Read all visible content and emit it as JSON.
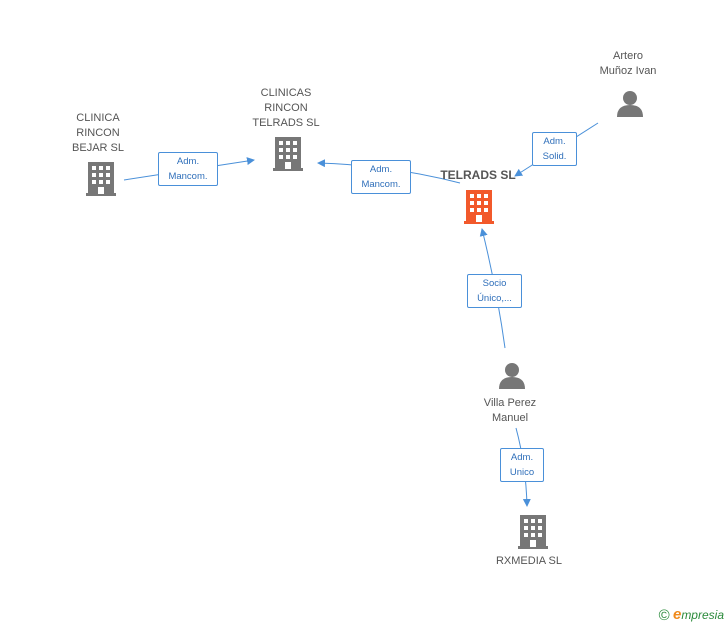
{
  "colors": {
    "company": "#777777",
    "company_main": "#f2592b",
    "person": "#777777",
    "edge": "#4a90d9"
  },
  "nodes": {
    "clinica_rincon_bejar": {
      "label": "CLINICA\nRINCON\nBEJAR SL",
      "icon": "building-icon"
    },
    "clinicas_rincon_telrads": {
      "label": "CLINICAS\nRINCON\nTELRADS  SL",
      "icon": "building-icon"
    },
    "telrads": {
      "label": "TELRADS SL",
      "icon": "building-icon"
    },
    "artero": {
      "label": "Artero\nMuñoz Ivan",
      "icon": "person-icon"
    },
    "villa_perez": {
      "label": "Villa Perez\nManuel",
      "icon": "person-icon"
    },
    "rxmedia": {
      "label": "RXMEDIA SL",
      "icon": "building-icon"
    }
  },
  "edges": {
    "bejar_to_clinicas": "Adm.\nMancom.",
    "telrads_to_clinicas": "Adm.\nMancom.",
    "artero_to_telrads": "Adm.\nSolid.",
    "villa_to_telrads": "Socio\nÚnico,...",
    "villa_to_rxmedia": "Adm.\nUnico"
  },
  "footer": {
    "copyright_symbol": "©",
    "brand_initial": "e",
    "brand_rest": "mpresia"
  }
}
